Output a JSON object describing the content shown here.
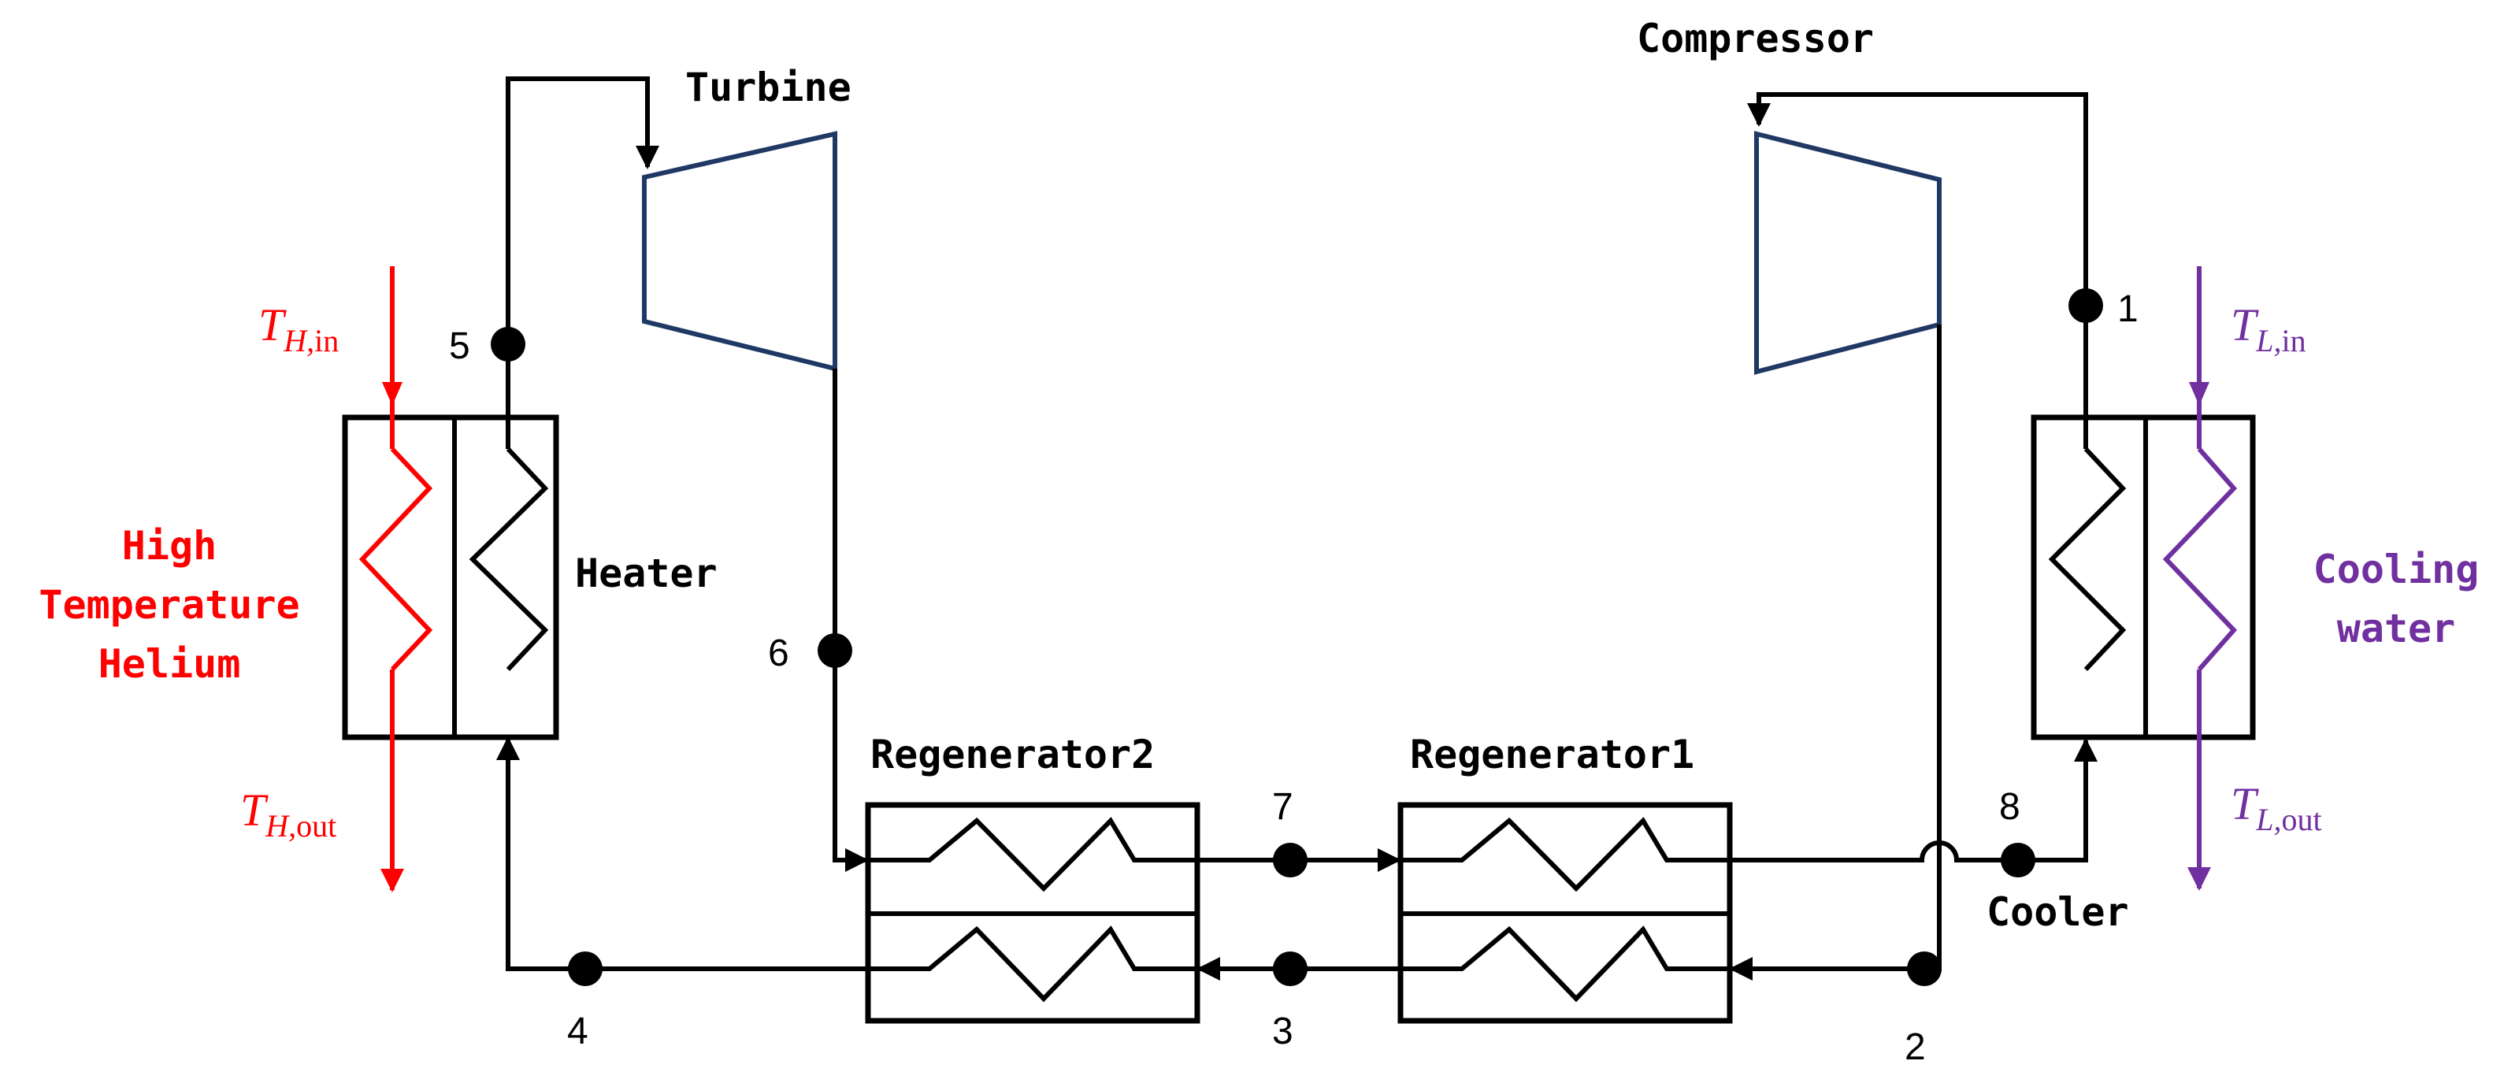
{
  "components": {
    "turbine": "Turbine",
    "compressor": "Compressor",
    "heater": "Heater",
    "cooler": "Cooler",
    "regenerator1": "Regenerator1",
    "regenerator2": "Regenerator2"
  },
  "state_points": [
    "1",
    "2",
    "3",
    "4",
    "5",
    "6",
    "7",
    "8"
  ],
  "hot_source": {
    "lines": [
      "High",
      "Temperature",
      "Helium"
    ],
    "inlet": {
      "symbol": "T",
      "subscript": "H,",
      "subscript_roman": "in"
    },
    "outlet": {
      "symbol": "T",
      "subscript": "H,",
      "subscript_roman": "out"
    },
    "color": "#ff0000"
  },
  "cold_sink": {
    "lines": [
      "Cooling",
      "water"
    ],
    "inlet": {
      "symbol": "T",
      "subscript": "L,",
      "subscript_roman": "in"
    },
    "outlet": {
      "symbol": "T",
      "subscript": "L,",
      "subscript_roman": "out"
    },
    "color": "#7030a0"
  },
  "colors": {
    "working_fluid": "#000000",
    "turbomachinery": "#1f3864"
  }
}
